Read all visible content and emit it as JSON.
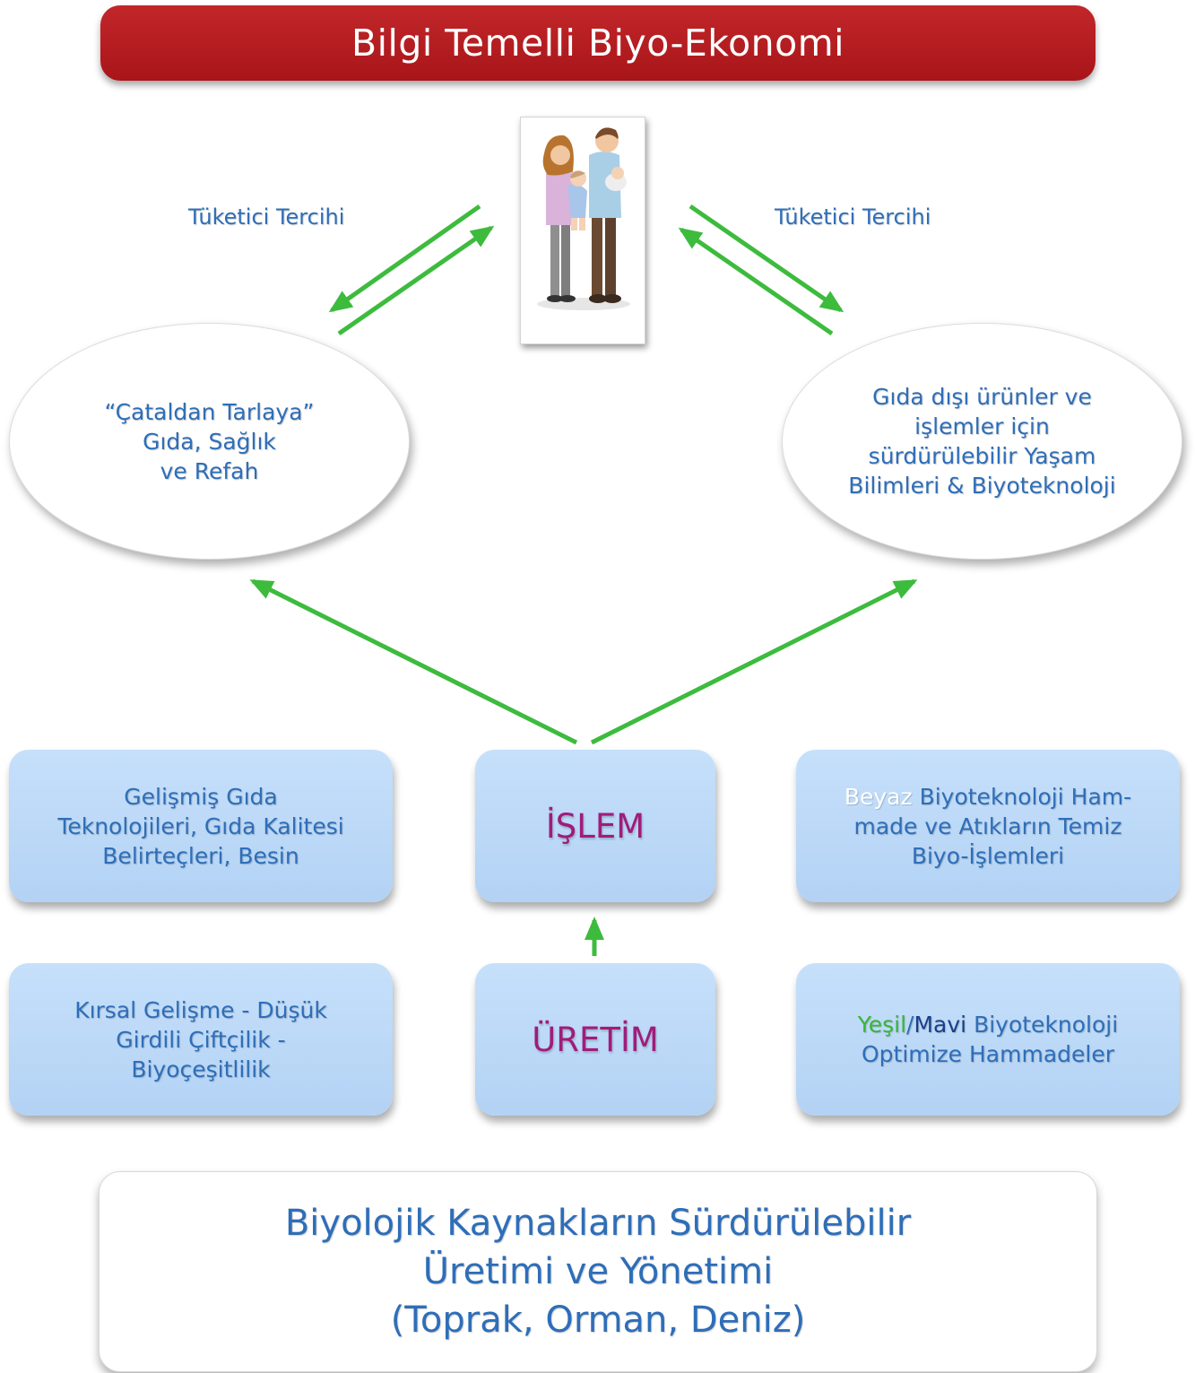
{
  "title": "Bilgi Temelli Biyo-Ekonomi",
  "consumer_preference_left": "Tüketici Tercihi",
  "consumer_preference_right": "Tüketici Tercihi",
  "ellipse_left": {
    "text": "“Çataldan Tarlaya”\nGıda, Sağlık\nve Refah"
  },
  "ellipse_right": {
    "text": "Gıda dışı ürünler ve\nişlemler için\nsürdürülebilir Yaşam\nBilimleri & Biyoteknoloji"
  },
  "process_row": {
    "left": "Gelişmiş Gıda\nTeknolojileri, Gıda Kalitesi\nBelirteçleri, Besin",
    "center": "İŞLEM",
    "right_highlight": "Beyaz",
    "right_rest_line1": " Biyoteknoloji Ham-",
    "right_rest_line2": "made ve Atıkların Temiz\nBiyo-İşlemleri"
  },
  "production_row": {
    "left": "Kırsal Gelişme - Düşük\nGirdili Çiftçilik -\nBiyoçeşitlilik",
    "center": "ÜRETİM",
    "right_green": "Yeşil",
    "right_slash": "/",
    "right_blue": "Mavi",
    "right_rest_line1": " Biyoteknoloji",
    "right_rest_line2": "Optimize Hammadeler"
  },
  "bottom": {
    "text": "Biyolojik Kaynakların Sürdürülebilir\nÜretimi ve Yönetimi\n(Toprak, Orman, Deniz)"
  },
  "colors": {
    "title_red": "#b31e21",
    "text_blue": "#2e6eb8",
    "box_blue": "#bcd9f8",
    "magenta": "#a01c7a",
    "arrow_green": "#3dbb3d"
  },
  "icons": {
    "family": "family-illustration"
  }
}
